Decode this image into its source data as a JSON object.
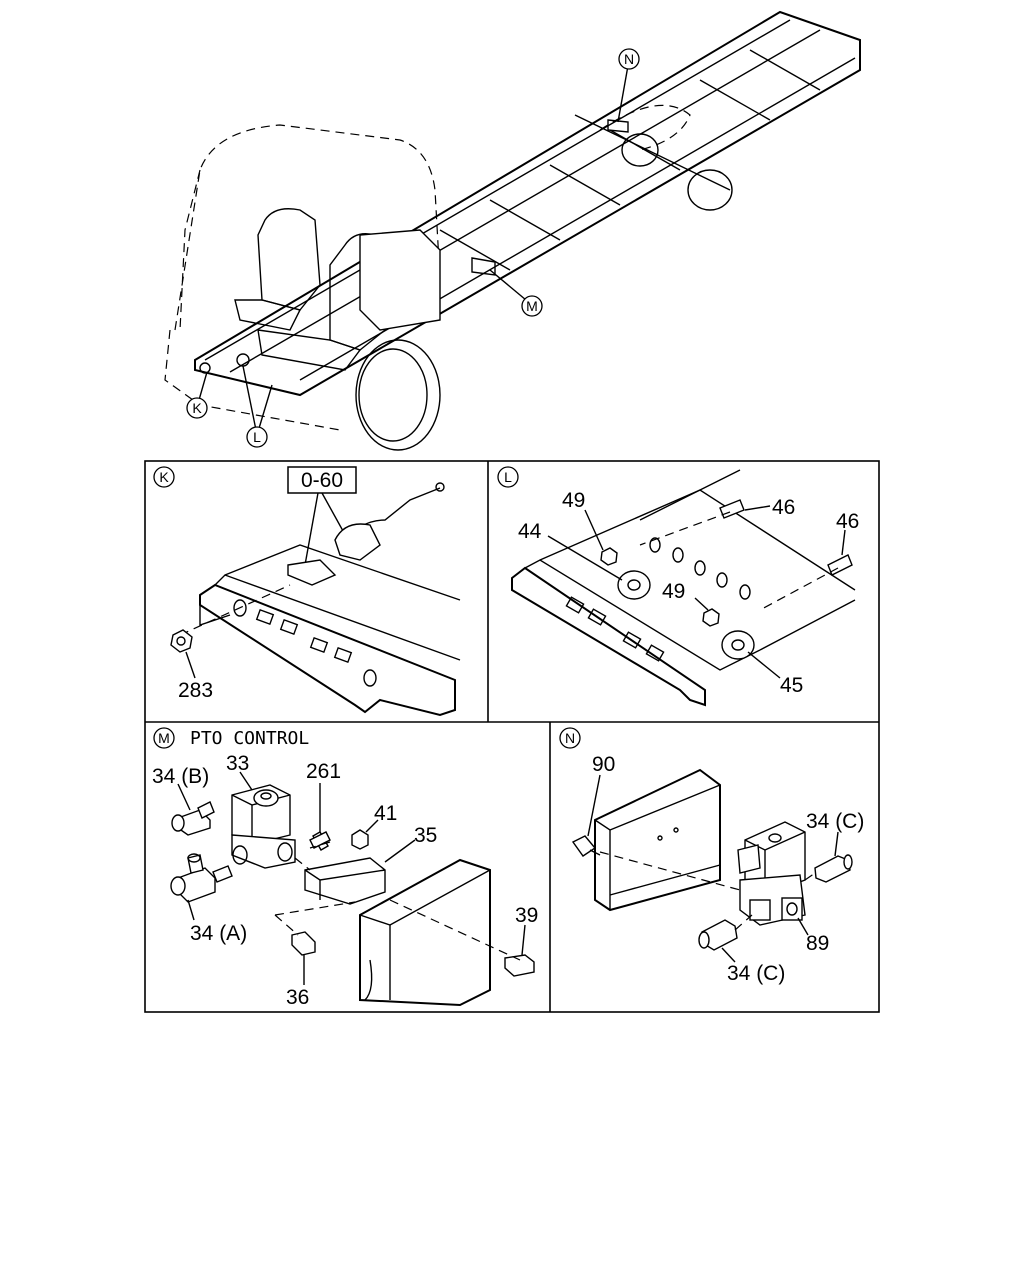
{
  "overview": {
    "callouts": [
      "K",
      "L",
      "M",
      "N"
    ]
  },
  "panel_k": {
    "letter": "K",
    "ref_box": "0-60",
    "parts": [
      "283"
    ]
  },
  "panel_l": {
    "letter": "L",
    "parts": [
      "49",
      "46",
      "46",
      "44",
      "49",
      "45"
    ]
  },
  "panel_m": {
    "letter": "M",
    "title": "PTO CONTROL",
    "parts": [
      "33",
      "34 (B)",
      "261",
      "41",
      "35",
      "34 (A)",
      "39",
      "36"
    ]
  },
  "panel_n": {
    "letter": "N",
    "parts": [
      "90",
      "34 (C)",
      "89",
      "34 (C)"
    ]
  }
}
